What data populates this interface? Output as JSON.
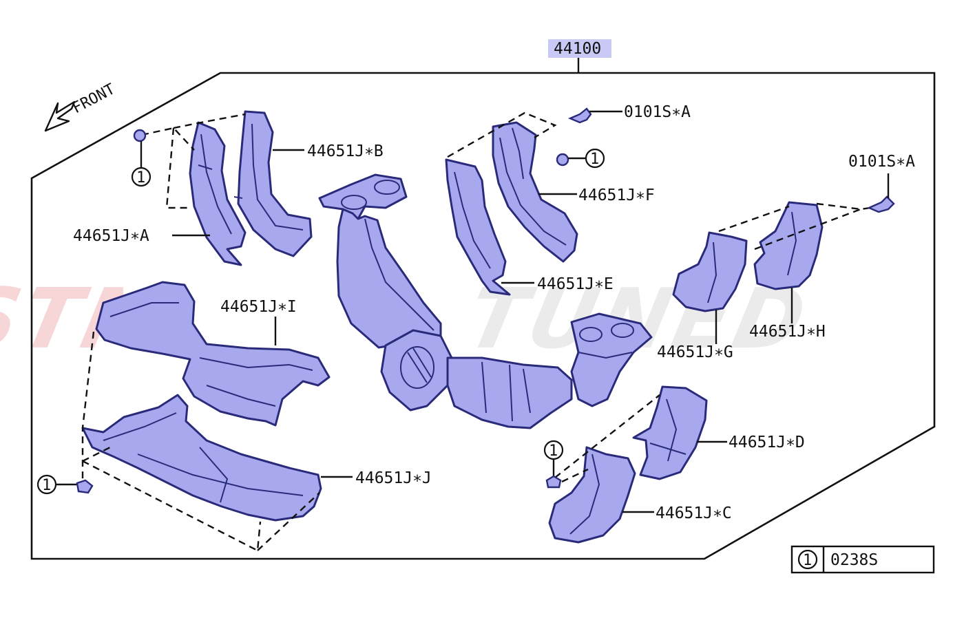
{
  "diagram": {
    "assembly_number": "44100",
    "direction_label": "FRONT",
    "watermark": {
      "brand_left": "STM",
      "brand_right": "TUNED",
      "left_color": "#f3c8c8",
      "right_color": "#e4e4e4"
    },
    "callouts": {
      "a": "44651J∗A",
      "b": "44651J∗B",
      "c": "44651J∗C",
      "d": "44651J∗D",
      "e": "44651J∗E",
      "f": "44651J∗F",
      "g": "44651J∗G",
      "h": "44651J∗H",
      "i": "44651J∗I",
      "j": "44651J∗J",
      "bolt_top": "0101S∗A",
      "bolt_right": "0101S∗A"
    },
    "fastener_marker": "1",
    "legend": {
      "marker": "1",
      "part_number": "0238S"
    },
    "colors": {
      "part_fill": "#a8a8ee",
      "part_stroke": "#2a2a7a",
      "highlight": "#c9c9f5"
    }
  }
}
